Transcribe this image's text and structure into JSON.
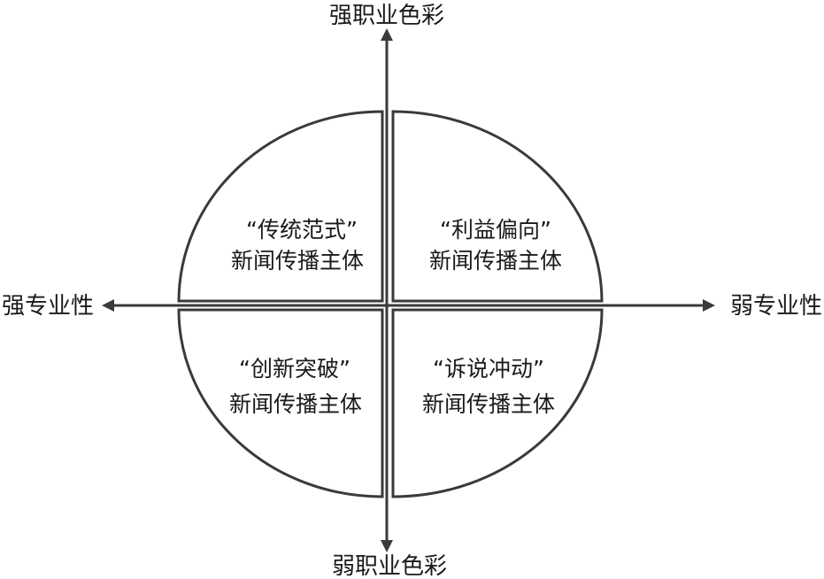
{
  "diagram": {
    "axes": {
      "top": "强职业色彩",
      "bottom": "弱职业色彩",
      "left": "强专业性",
      "right": "弱专业性"
    },
    "quadrants": {
      "top_left": {
        "line1": "“传统范式”",
        "line2": "新闻传播主体"
      },
      "top_right": {
        "line1": "“利益偏向”",
        "line2": "新闻传播主体"
      },
      "bottom_left": {
        "line1": "“创新突破”",
        "line2": "新闻传播主体"
      },
      "bottom_right": {
        "line1": "“诉说冲动”",
        "line2": "新闻传播主体"
      }
    }
  },
  "colors": {
    "stroke": "#3a3a3a",
    "text": "#1a1a1a",
    "background": "#ffffff"
  }
}
